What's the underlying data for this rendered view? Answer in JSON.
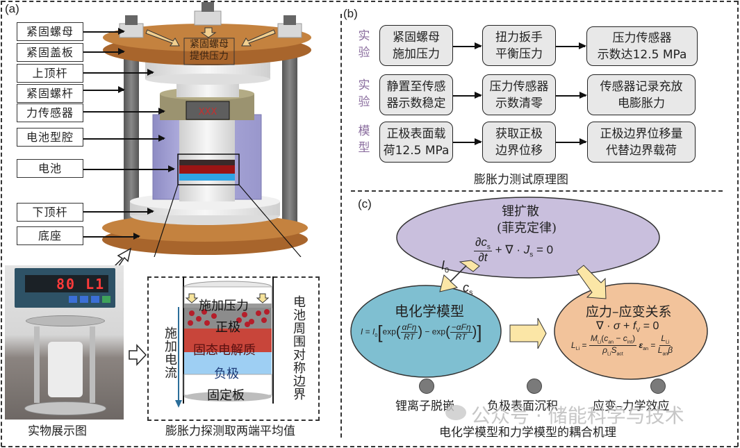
{
  "panel_a": {
    "label": "(a)",
    "component_labels": [
      "紧固螺母",
      "紧固盖板",
      "上顶杆",
      "紧固螺杆",
      "力传感器",
      "电池型腔",
      "电池",
      "下顶杆",
      "底座"
    ],
    "apparatus_note": "紧固螺母\n提供压力",
    "sensor_display": "XXX",
    "photo_display": "80 L1",
    "photo_caption": "实物展示图",
    "detail": {
      "layers": [
        "施加压力",
        "正极",
        "固态电解质",
        "负极",
        "固定板"
      ],
      "left_note": "施加电流",
      "right_note": "电池周围对称边界",
      "caption": "膨胀力探测取两端平均值"
    },
    "colors": {
      "plate": "#c07a3c",
      "rod": "#6d6d6d",
      "cavity": "#a9a7d6",
      "sensor": "#9c9470",
      "cathode": "#8a1c1c",
      "electrolyte": "#c8453a",
      "anode": "#8fc8ef",
      "current_arrow": "#2b6e9a"
    }
  },
  "panel_b": {
    "label": "(b)",
    "rows": [
      {
        "label": "实\n验",
        "steps": [
          "紧固螺母\n施加压力",
          "扭力扳手\n平衡压力",
          "压力传感器\n示数达12.5 MPa"
        ]
      },
      {
        "label": "实\n验",
        "steps": [
          "静置至传感\n器示数稳定",
          "压力传感器\n示数清零",
          "传感器记录充放\n电膨胀力"
        ]
      },
      {
        "label": "模\n型",
        "steps": [
          "正极表面载\n荷12.5 MPa",
          "获取正极\n边界位移",
          "正极边界位移量\n代替边界载荷"
        ]
      }
    ],
    "caption": "膨胀力测试原理图",
    "colors": {
      "box": "#e8e8e8",
      "row_label": "#8a6d9e"
    }
  },
  "panel_c": {
    "label": "(c)",
    "nodes": {
      "diffusion": {
        "title": "锂扩散",
        "subtitle": "(菲克定律)",
        "equation": "∂c_s/∂t + ∇ · J_s = 0",
        "color": "#c9bfdd"
      },
      "electrochem": {
        "title": "电化学模型",
        "equation": "I = I0[exp(αFη/RT) − exp(−αFη/RT)]",
        "color": "#7fbfd1"
      },
      "mechanics": {
        "title": "应力–应变关系",
        "equation1": "∇ · σ + f_V = 0",
        "equation2": "L_Li = M_Li(c_an − c_int)/(ρ_Li S_act)  ε_an = L_Li/(L_an β)",
        "color": "#f2c39b"
      }
    },
    "link_labels": {
      "I0": "I",
      "I0_sub": "0",
      "cs": "c",
      "cs_sub": "s"
    },
    "effects": [
      "锂离子脱嵌",
      "负极表面沉积",
      "应变–力学效应"
    ],
    "caption": "电化学模型和力学模型的耦合机理",
    "arrow_color": "#fbe6a6"
  },
  "watermark": "公众号 · 储能科学与技术"
}
